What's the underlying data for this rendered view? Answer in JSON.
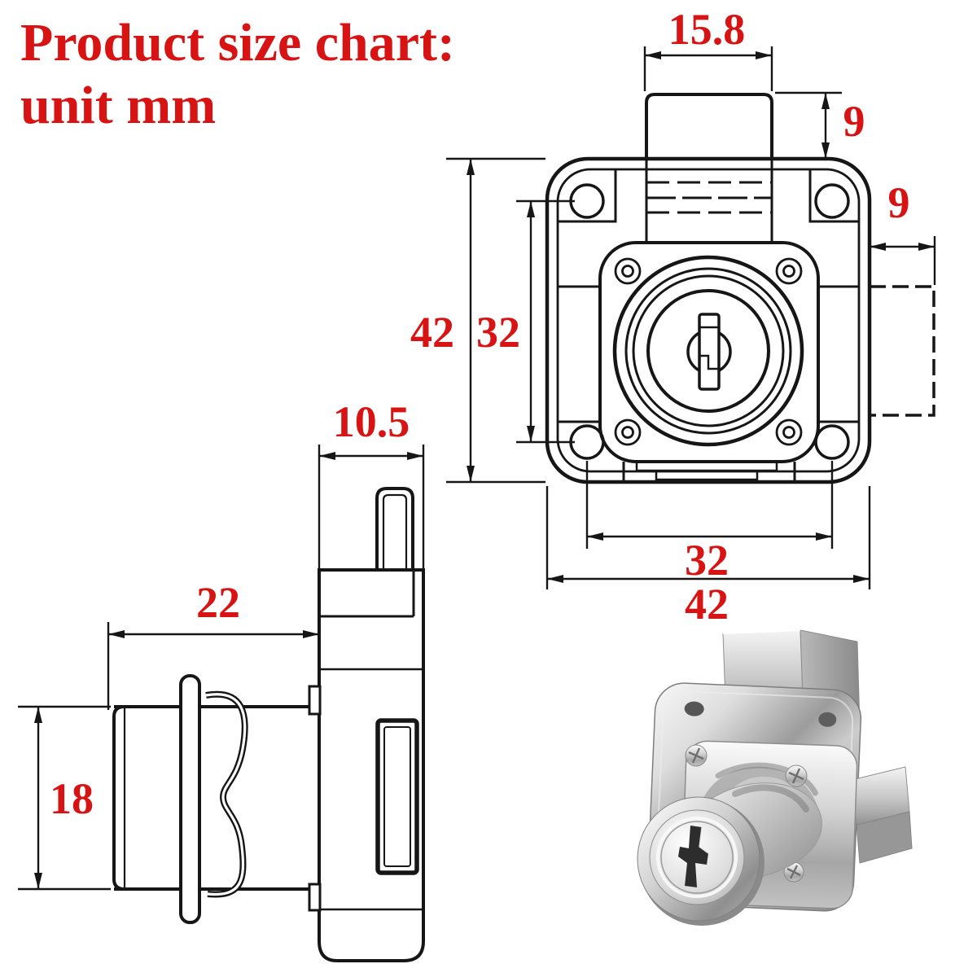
{
  "title": {
    "line1": "Product size chart:",
    "line2": "unit mm"
  },
  "front_view": {
    "top_bolt_width": "15.8",
    "top_bolt_protrusion": "9",
    "side_bolt_protrusion": "9",
    "body_height": "42",
    "hole_spacing_vertical": "32",
    "hole_spacing_horizontal": "32",
    "body_width": "42"
  },
  "side_view": {
    "body_depth": "10.5",
    "cylinder_length": "22",
    "cylinder_diameter": "18"
  },
  "unit": "mm",
  "colors": {
    "dimension_text": "#d81313",
    "drawing_line": "#161616",
    "background": "#ffffff",
    "metal_light": "#f5f5f5",
    "metal_dark": "#8f8f8f"
  }
}
